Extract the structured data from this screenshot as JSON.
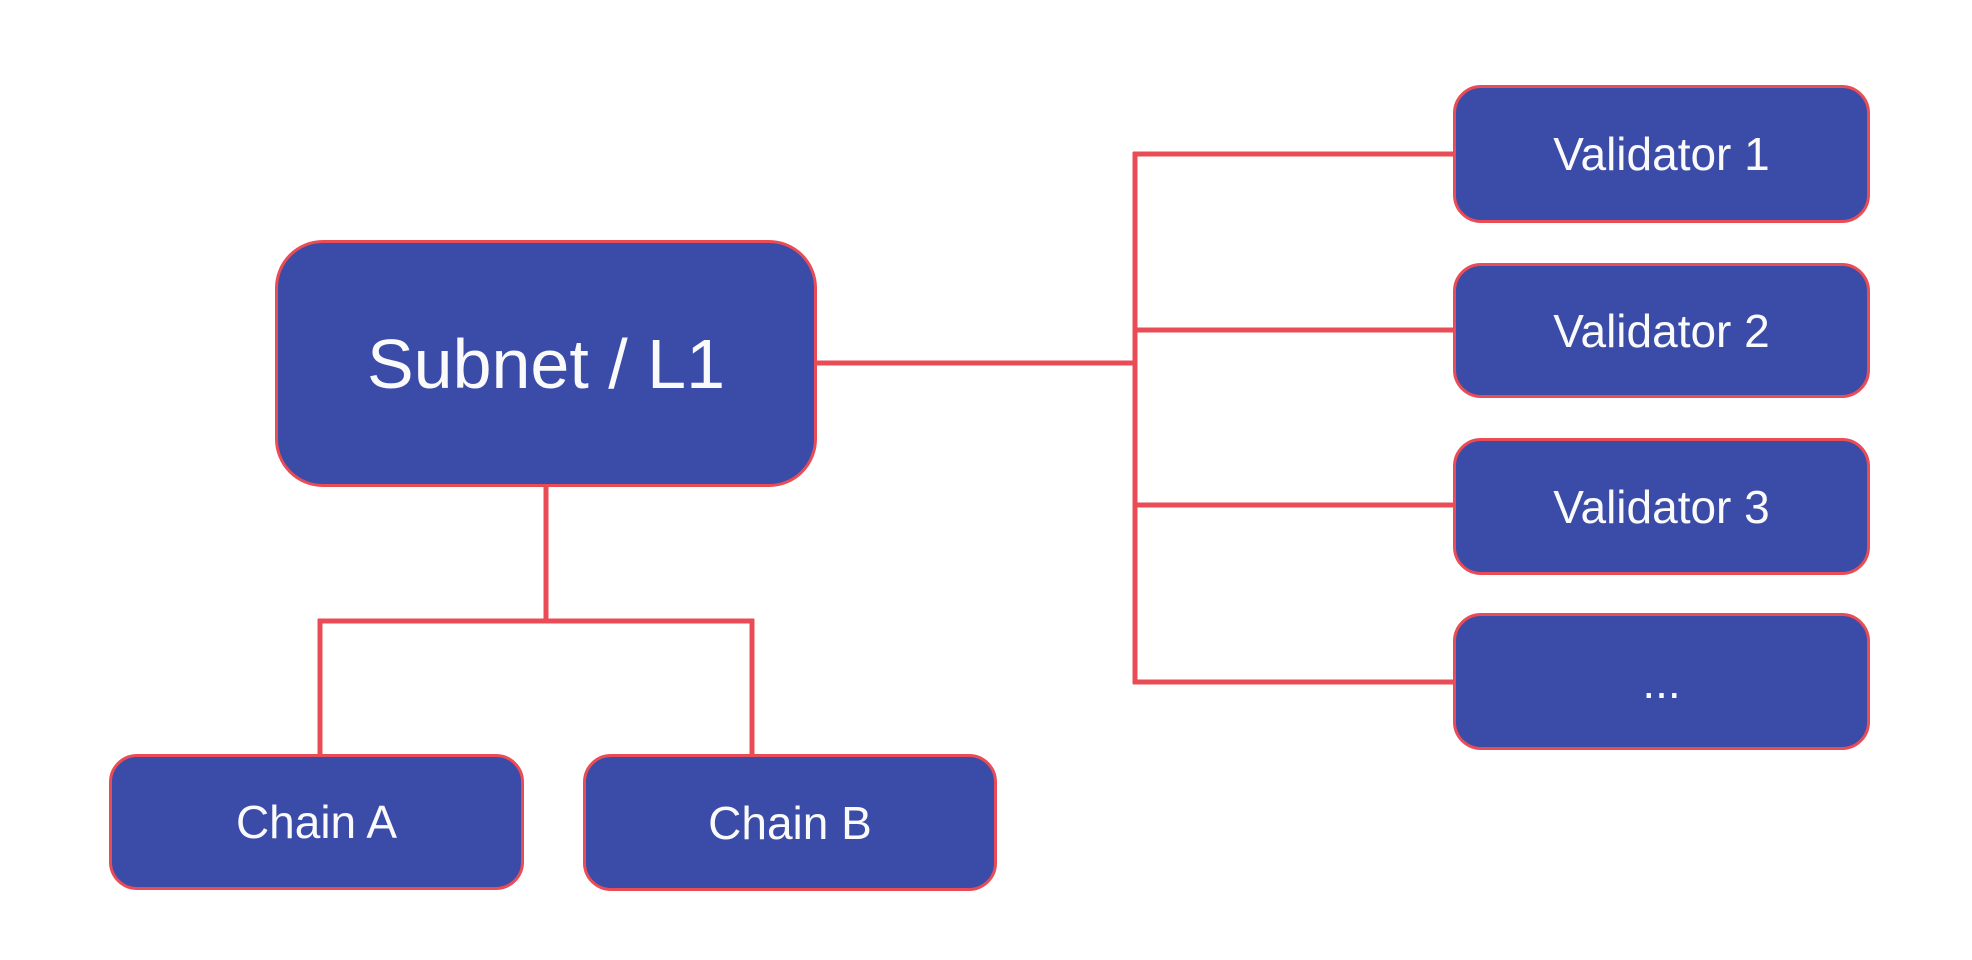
{
  "diagram": {
    "type": "flowchart",
    "nodes": {
      "subnet": {
        "label": "Subnet / L1",
        "role": "root"
      },
      "chain_a": {
        "label": "Chain A",
        "role": "child-chain"
      },
      "chain_b": {
        "label": "Chain B",
        "role": "child-chain"
      },
      "validator_1": {
        "label": "Validator 1",
        "role": "validator"
      },
      "validator_2": {
        "label": "Validator 2",
        "role": "validator"
      },
      "validator_3": {
        "label": "Validator 3",
        "role": "validator"
      },
      "validator_more": {
        "label": "...",
        "role": "validator-ellipsis"
      }
    },
    "edges": [
      {
        "from": "subnet",
        "to": "validator_1"
      },
      {
        "from": "subnet",
        "to": "validator_2"
      },
      {
        "from": "subnet",
        "to": "validator_3"
      },
      {
        "from": "subnet",
        "to": "validator_more"
      },
      {
        "from": "subnet",
        "to": "chain_a"
      },
      {
        "from": "subnet",
        "to": "chain_b"
      }
    ],
    "colors": {
      "node_fill": "#3b4ba8",
      "node_border": "#e94c55",
      "connector": "#e94c55",
      "node_text": "#fafafa",
      "background": "#ffffff"
    }
  }
}
